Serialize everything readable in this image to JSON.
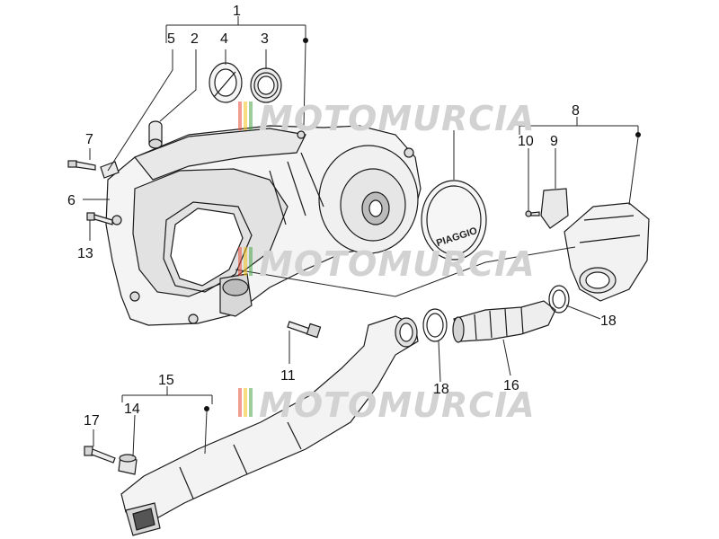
{
  "watermark": {
    "text": "MOTOMURCIA"
  },
  "brand_on_cover": "PIAGGIO",
  "callouts": {
    "c1": "1",
    "c2": "2",
    "c3": "3",
    "c4": "4",
    "c5": "5",
    "c6": "6",
    "c7": "7",
    "c8": "8",
    "c9": "9",
    "c10": "10",
    "c11": "11",
    "c13": "13",
    "c14": "14",
    "c15": "15",
    "c16": "16",
    "c17": "17",
    "c18a": "18",
    "c18b": "18"
  },
  "colors": {
    "watermark_gray": "#d2d2d2",
    "stripe_red": "#e84a3a",
    "stripe_yellow": "#f2c21a",
    "stripe_green": "#4aa64a",
    "line": "#1a1a1a"
  }
}
